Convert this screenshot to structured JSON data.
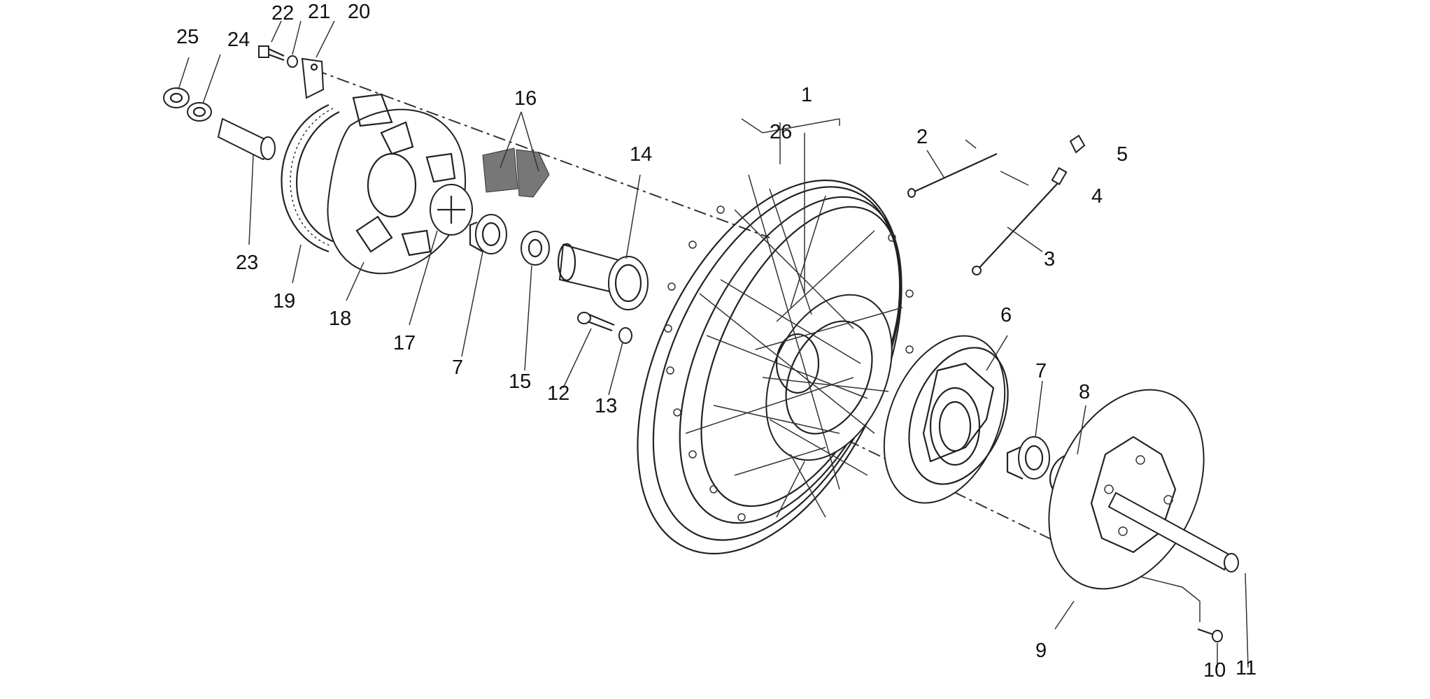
{
  "labels": {
    "l1": "1",
    "l2": "2",
    "l3": "3",
    "l4": "4",
    "l5": "5",
    "l6": "6",
    "l7a": "7",
    "l7b": "7",
    "l8": "8",
    "l9": "9",
    "l10": "10",
    "l11": "11",
    "l12": "12",
    "l13": "13",
    "l14": "14",
    "l15": "15",
    "l16": "16",
    "l17": "17",
    "l18": "18",
    "l19": "19",
    "l20": "20",
    "l21": "21",
    "l22": "22",
    "l23": "23",
    "l24": "24",
    "l25": "25",
    "l26": "26"
  },
  "colors": {
    "line": "#222222",
    "background": "#ffffff"
  }
}
